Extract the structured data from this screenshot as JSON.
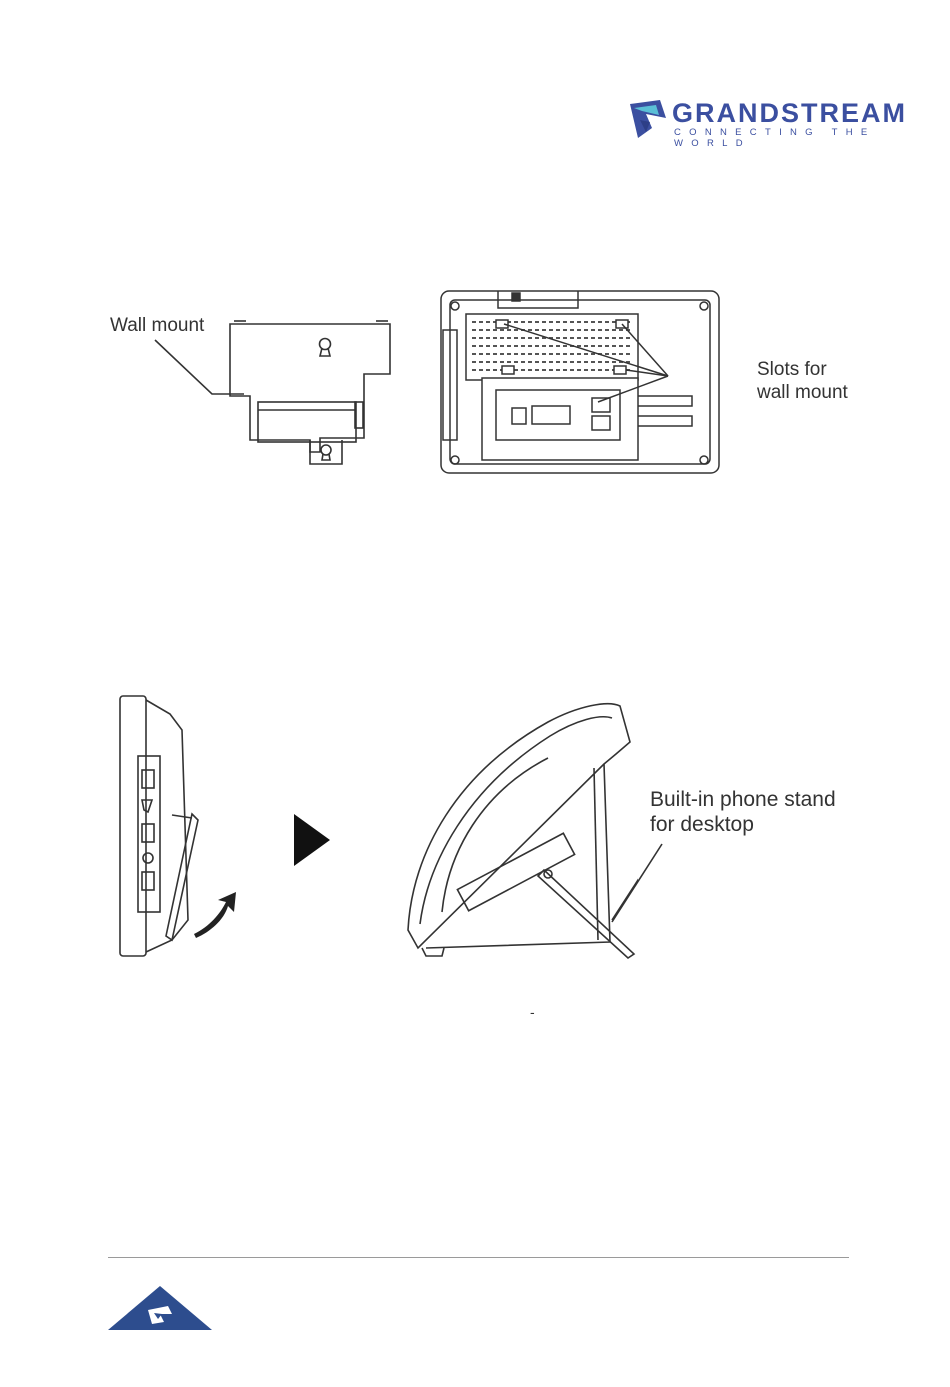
{
  "header": {
    "brand_name": "GRANDSTREAM",
    "brand_tagline": "CONNECTING THE WORLD",
    "brand_color": "#3b4fa0"
  },
  "figure_wall": {
    "label_wall_mount": "Wall mount",
    "label_slots_line1": "Slots for",
    "label_slots_line2": "wall mount"
  },
  "figure_desk": {
    "label_stand_line1": "Built-in phone stand",
    "label_stand_line2": "for desktop",
    "caption_mark": "-"
  },
  "footer": {
    "rule_color": "#9a9a9a",
    "badge_color": "#2d4d8e"
  }
}
